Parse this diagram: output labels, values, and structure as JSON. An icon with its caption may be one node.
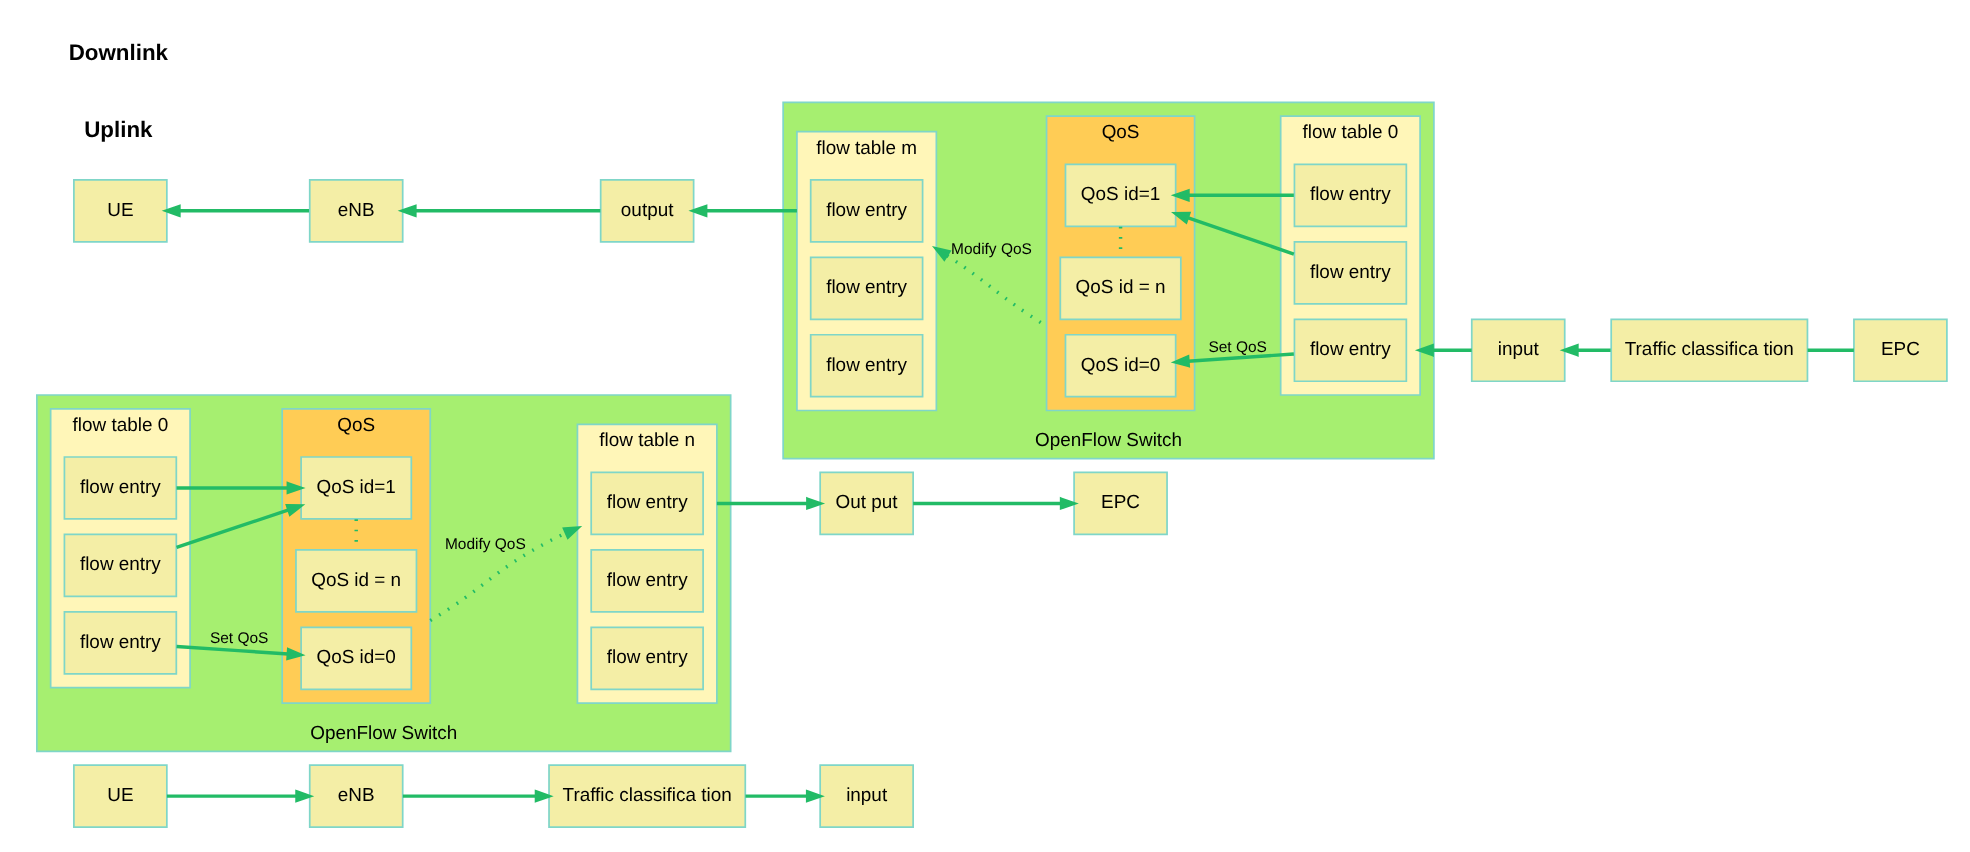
{
  "diagram": {
    "nodes": [
      {
        "text": [
          "UE"
        ]
      },
      {
        "text": [
          "eNB"
        ]
      },
      {
        "text": [
          "Traffic classifica tion"
        ]
      },
      {
        "text": [
          "input"
        ]
      },
      {
        "text": [
          "OpenFlow Switch"
        ]
      },
      {
        "text": [
          "flow table 0"
        ],
        "in": 4
      },
      {
        "text": [
          "flow entry"
        ],
        "in": 5
      },
      {
        "text": [
          "flow entry"
        ],
        "in": 5
      },
      {
        "text": [
          "flow entry"
        ],
        "in": 5
      },
      {
        "text": [
          "QoS"
        ],
        "in": 4
      },
      {
        "text": [
          "QoS id=0"
        ],
        "in": 9
      },
      {
        "text": [
          "QoS id=1"
        ],
        "in": 9
      },
      {
        "text": [
          "QoS id = n"
        ],
        "in": 9
      },
      {
        "text": [
          "flow table n"
        ],
        "in": 4
      },
      {
        "text": [
          "flow entry"
        ],
        "in": 13
      },
      {
        "text": [
          "flow entry"
        ],
        "in": 13
      },
      {
        "text": [
          "flow entry"
        ],
        "in": 13
      },
      {
        "text": [
          "Out put"
        ]
      },
      {
        "text": [
          "EPC"
        ]
      },
      {
        "text": [
          "UE"
        ]
      },
      {
        "text": [
          "eNB"
        ]
      },
      {
        "text": [
          "output"
        ]
      },
      {
        "text": [
          "OpenFlow Switch"
        ]
      },
      {
        "text": [
          "flow table m"
        ],
        "in": 22
      },
      {
        "text": [
          "flow entry"
        ],
        "in": 23
      },
      {
        "text": [
          "flow entry"
        ],
        "in": 23
      },
      {
        "text": [
          "flow entry"
        ],
        "in": 23
      },
      {
        "text": [
          "QoS"
        ],
        "in": 22
      },
      {
        "text": [
          "QoS id=0"
        ],
        "in": 27
      },
      {
        "text": [
          "QoS id=1"
        ],
        "in": 27
      },
      {
        "text": [
          "QoS id = n"
        ],
        "in": 27
      },
      {
        "text": [
          "flow table 0"
        ],
        "in": 22
      },
      {
        "text": [
          "flow entry"
        ],
        "in": 31
      },
      {
        "text": [
          "flow entry"
        ],
        "in": 31
      },
      {
        "text": [
          "flow entry"
        ],
        "in": 31
      },
      {
        "text": [
          "input"
        ]
      },
      {
        "text": [
          "Traffic classifica tion"
        ]
      },
      {
        "text": [
          "EPC"
        ]
      }
    ],
    "edges": [
      {
        "from": 0,
        "to": 1,
        "arrow": "to"
      },
      {
        "from": 1,
        "to": 2,
        "arrow": "to"
      },
      {
        "from": 2,
        "to": 3,
        "arrow": "to"
      },
      {
        "from": 6,
        "to": 10,
        "arrow": "to",
        "label": "Set QoS"
      },
      {
        "from": 7,
        "to": 11,
        "arrow": "to"
      },
      {
        "from": 8,
        "to": 11,
        "arrow": "to"
      },
      {
        "from": 11,
        "to": 12,
        "arrow": "none",
        "style": "dashed"
      },
      {
        "from": 9,
        "to": 13,
        "arrow": "to",
        "style": "dashed",
        "label": "Modify QoS"
      },
      {
        "from": 13,
        "to": 17,
        "arrow": "to"
      },
      {
        "from": 17,
        "to": 18,
        "arrow": "to"
      },
      {
        "from": 20,
        "to": 19,
        "arrow": "to"
      },
      {
        "from": 21,
        "to": 20,
        "arrow": "to"
      },
      {
        "from": 23,
        "to": 21,
        "arrow": "to"
      },
      {
        "from": 27,
        "to": 23,
        "arrow": "to",
        "style": "dashed",
        "label": "Modify QoS"
      },
      {
        "from": 29,
        "to": 30,
        "arrow": "none",
        "style": "dashed"
      },
      {
        "from": 32,
        "to": 28,
        "arrow": "to",
        "label": "Set QoS"
      },
      {
        "from": 33,
        "to": 29,
        "arrow": "to"
      },
      {
        "from": 34,
        "to": 29,
        "arrow": "to"
      },
      {
        "from": 35,
        "to": 31,
        "arrow": "to"
      },
      {
        "from": 36,
        "to": 35,
        "arrow": "to"
      },
      {
        "from": 37,
        "to": 36,
        "arrow": "none"
      }
    ],
    "labels": [
      "Uplink",
      "Downlink"
    ]
  }
}
